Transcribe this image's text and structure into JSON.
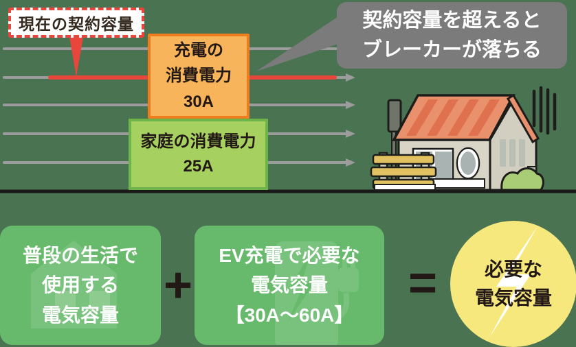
{
  "top_section": {
    "current_capacity_label": "現在の契約容量",
    "charging_box": {
      "line1": "充電の",
      "line2": "消費電力",
      "line3": "30A"
    },
    "household_box": {
      "line1": "家庭の消費電力",
      "line2": "25A"
    },
    "warning_bubble": {
      "line1": "契約容量を超えると",
      "line2": "ブレーカーが落ちる"
    }
  },
  "bottom_section": {
    "daily_box": {
      "line1": "普段の生活で",
      "line2": "使用する",
      "line3": "電気容量"
    },
    "plus_sign": "+",
    "ev_box": {
      "line1": "EV充電で必要な",
      "line2": "電気容量",
      "line3": "【30A〜60A】"
    },
    "equals_sign": "=",
    "result_circle": {
      "line1": "必要な",
      "line2": "電気容量"
    }
  },
  "icons": {
    "house_illustration": "house-with-red-roof-fence-and-bush",
    "shake_lines": "vibration-marks",
    "pointer_triangle": "red-down-pointer",
    "lightning_bolt": "white-lightning-bolt",
    "house_watermark": "house-silhouette",
    "ev_charger_watermark": "ev-charging-station-with-plug"
  },
  "colors": {
    "background": "#4a7351",
    "accent_red": "#e8463c",
    "orange_fill": "#f8b45a",
    "orange_border": "#ee7d1e",
    "green_light_fill": "#a6d05f",
    "green_light_border": "#6db54b",
    "green_bottom": "#67ba6b",
    "green_watermark": "#79c27d",
    "bubble_gray": "#7b7b7b",
    "line_gray": "#9c9c9c",
    "ground_black": "#191919",
    "circle_yellow": "#f7e87e",
    "dark_text": "#221815"
  }
}
